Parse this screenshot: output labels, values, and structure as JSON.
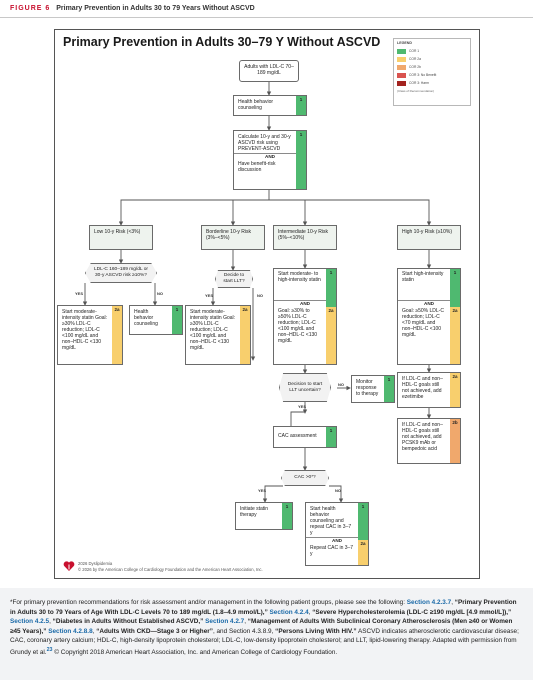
{
  "figure": {
    "label": "FIGURE 6",
    "title": "Primary Prevention in Adults 30 to 79 Years Without ASCVD"
  },
  "diagram": {
    "title": "Primary Prevention in Adults 30–79 Y Without ASCVD",
    "legend": {
      "title": "LEGEND",
      "items": [
        {
          "label": "COR 1",
          "color": "#4fb970"
        },
        {
          "label": "COR 2a",
          "color": "#f8cf6d"
        },
        {
          "label": "COR 2b",
          "color": "#f0a86c"
        },
        {
          "label": "COR 3: No Benefit",
          "color": "#d9534f"
        },
        {
          "label": "COR 3: Harm",
          "color": "#a3231f"
        }
      ],
      "note": "(Class of Recommendation)"
    },
    "nodes": {
      "start": "Adults with LDL-C 70–189 mg/dL",
      "counseling": {
        "text": "Health behavior counseling",
        "cor": "1"
      },
      "calc": {
        "text": "Calculate 10-y and 30-y ASCVD risk using PREVENT-ASCVD",
        "and": "AND",
        "text2": "Have benefit-risk discussion",
        "cor": "1"
      },
      "low": "Low 10-y Risk (<3%)",
      "borderline": "Borderline 10-y Risk (3%–<5%)",
      "intermediate": "Intermediate 10-y Risk (5%–<10%)",
      "high": "High 10-y Risk (≥10%)",
      "low_decision": "LDL-C 160–189 mg/dL or 30-y ASCVD risk ≥10%?",
      "low_yes": {
        "text": "Start moderate-intensity statin Goal: ≥30% LDL-C reduction; LDL-C <100 mg/dL and non–HDL-C <130 mg/dL",
        "cor": "2a"
      },
      "low_no": {
        "text": "Health behavior counseling",
        "cor": "1"
      },
      "border_decision": "Decide to start LLT?",
      "border_yes": {
        "text": "Start moderate-intensity statin Goal: ≥30% LDL-C reduction; LDL-C <100 mg/dL and non–HDL-C <130 mg/dL",
        "cor": "2a"
      },
      "inter_statin": {
        "text": "Start moderate- to high-intensity statin",
        "cor": "1",
        "and": "AND",
        "text2": "Goal: ≥30% to ≥50% LDL-C reduction; LDL-C <100 mg/dL and non–HDL-C <130 mg/dL",
        "cor2": "2a"
      },
      "inter_decision": "Decision to start LLT uncertain?",
      "monitor": {
        "text": "Monitor response to therapy",
        "cor": "1"
      },
      "cac": {
        "text": "CAC assessment",
        "cor": "1"
      },
      "cac_decision": "CAC >0*?",
      "initiate": {
        "text": "Initiate statin therapy",
        "cor": "1"
      },
      "behavior_repeat": {
        "text": "Start health behavior counseling and repeat CAC in 3–7 y",
        "cor": "1",
        "and": "AND",
        "text2": "Repeat CAC in 3–7 y",
        "cor2": "2a"
      },
      "high_statin": {
        "text": "Start high-intensity statin",
        "cor": "1",
        "and": "AND",
        "text2": "Goal: ≥50% LDL-C reduction; LDL-C <70 mg/dL and non–HDL-C <100 mg/dL",
        "cor2": "2a"
      },
      "ezetimibe": {
        "text": "If LDL-C and non–HDL-C goals still not achieved, add ezetimibe",
        "cor": "2a"
      },
      "pcsk9": {
        "text": "If LDL-C and non–HDL-C goals still not achieved, add PCSK9 mAb or bempedoic acid",
        "cor": "2b"
      }
    },
    "labels": {
      "yes": "YES",
      "no": "NO"
    },
    "footer": {
      "line1": "2026 Dyslipidemia",
      "line2": "© 2026 by the American College of Cardiology Foundation and the American Heart Association, Inc."
    }
  },
  "footnote": {
    "p1": "*For primary prevention recommendations for risk assessment and/or management in the following patient groups, please see the following: ",
    "s1": "Section 4.2.3.7",
    "p2": ", ",
    "q1": "“Primary Prevention in Adults 30 to 79 Years of Age With LDL-C Levels 70 to 189 mg/dL (1.8–4.9 mmol/L),”",
    "p3": " ",
    "s2": "Section 4.2.4",
    "p4": ", ",
    "q2": "“Severe Hypercholesterolemia (LDL-C ≥190 mg/dL [4.9 mmol/L]),”",
    "p5": " ",
    "s3": "Section 4.2.5",
    "p6": ", ",
    "q3": "“Diabetes in Adults Without Established ASCVD,”",
    "p7": " ",
    "s4": "Section 4.2.7",
    "p8": ", ",
    "q4": "“Management of Adults With Subclinical Coronary Atherosclerosis (Men ≥40 or Women ≥45 Years),”",
    "p9": " ",
    "s5": "Section 4.2.8.8",
    "p10": ", ",
    "q5": "“Adults With CKD—Stage 3 or Higher”",
    "p11": ", and Section 4.3.8.9, ",
    "q6": "“Persons Living With HIV.”",
    "p12": " ASCVD indicates atherosclerotic cardiovascular disease; CAC, coronary artery calcium; HDL-C, high-density lipoprotein cholesterol; LDL-C, low-density lipoprotein cholesterol; and LLT, lipid-lowering therapy. Adapted with permission from Grundy et al.",
    "ref": "23",
    "p13": " © Copyright 2018 American Heart Association, Inc. and American College of Cardiology Foundation."
  }
}
